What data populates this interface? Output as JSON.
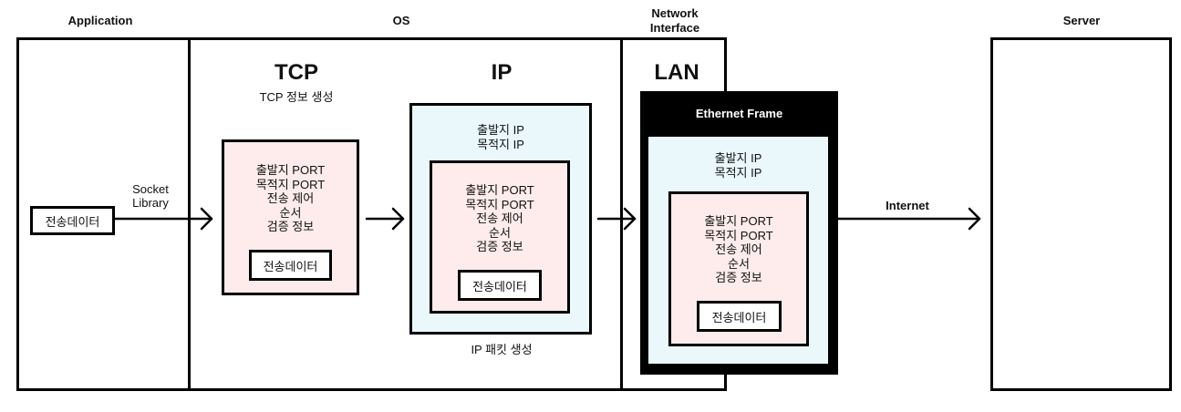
{
  "headers": {
    "application": "Application",
    "os": "OS",
    "network_interface": "Network\nInterface",
    "server": "Server"
  },
  "layers": {
    "tcp": {
      "title": "TCP",
      "subtitle": "TCP 정보 생성"
    },
    "ip": {
      "title": "IP",
      "caption": "IP 패킷 생성"
    },
    "lan": {
      "title": "LAN",
      "frame_label": "Ethernet Frame"
    }
  },
  "labels": {
    "socket_library": "Socket\nLibrary",
    "internet": "Internet"
  },
  "tcp_header": "출발지 PORT\n목적지 PORT\n전송 제어\n순서\n검증 정보",
  "ip_header": "출발지 IP\n목적지 IP",
  "data_label": "전송데이터"
}
